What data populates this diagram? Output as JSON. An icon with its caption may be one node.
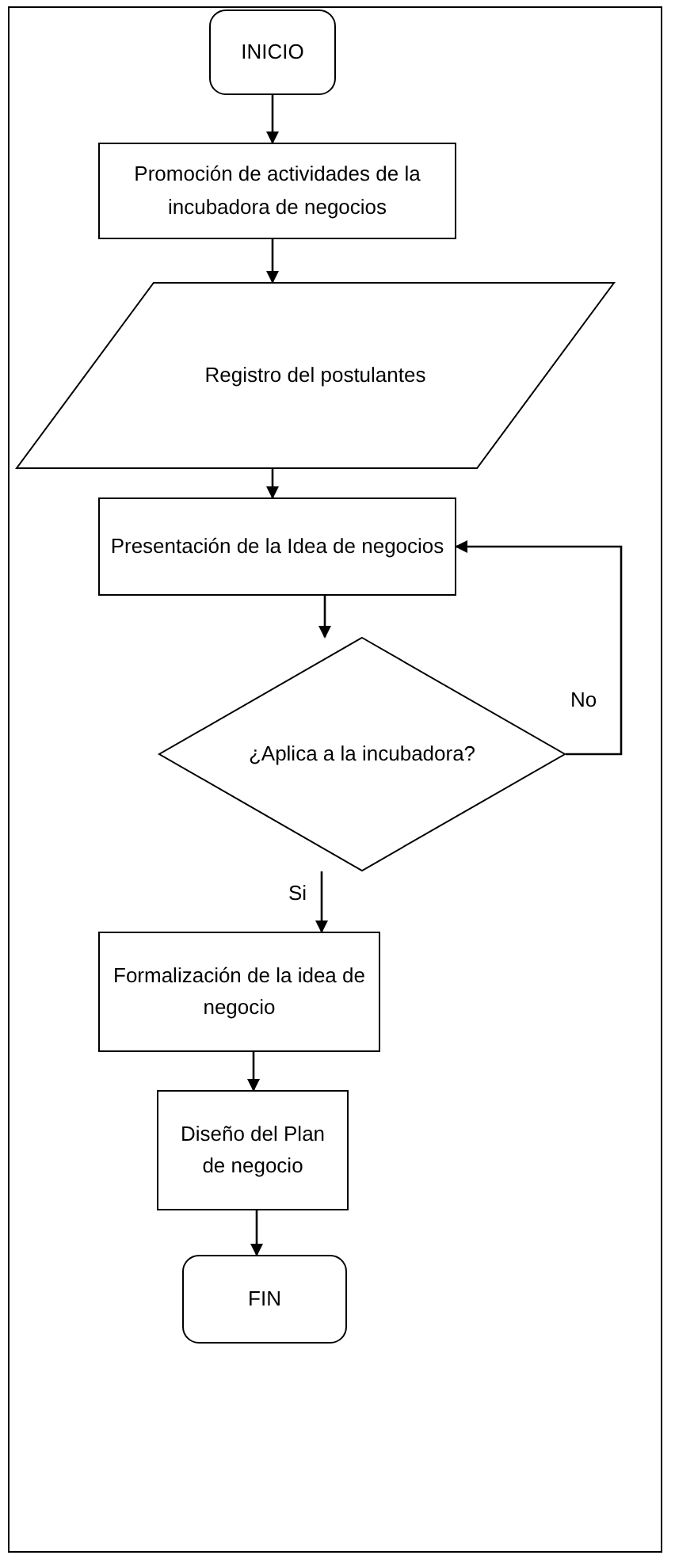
{
  "diagram": {
    "nodes": [
      {
        "text": [
          "INICIO"
        ]
      },
      {
        "text": [
          "Promoción de actividades de la incubadora de negocios"
        ]
      },
      {
        "text": [
          "Registro del postulantes"
        ]
      },
      {
        "text": [
          "Presentación de la Idea de negocios"
        ]
      },
      {
        "text": [
          "¿Aplica a la incubadora?"
        ]
      },
      {
        "text": [
          "Formalización de la idea de negocio"
        ]
      },
      {
        "text": [
          "Diseño del Plan de negocio"
        ]
      },
      {
        "text": [
          "FIN"
        ]
      }
    ],
    "edges": [
      {
        "from": 0,
        "to": 1,
        "arrow": "to"
      },
      {
        "from": 1,
        "to": 2,
        "arrow": "to"
      },
      {
        "from": 2,
        "to": 3,
        "arrow": "to"
      },
      {
        "from": 3,
        "to": 4,
        "arrow": "to"
      },
      {
        "from": 4,
        "to": 5,
        "arrow": "to",
        "label": "Si"
      },
      {
        "from": 4,
        "to": 3,
        "arrow": "to",
        "label": "No"
      },
      {
        "from": 5,
        "to": 6,
        "arrow": "to"
      },
      {
        "from": 6,
        "to": 7,
        "arrow": "to"
      }
    ]
  }
}
